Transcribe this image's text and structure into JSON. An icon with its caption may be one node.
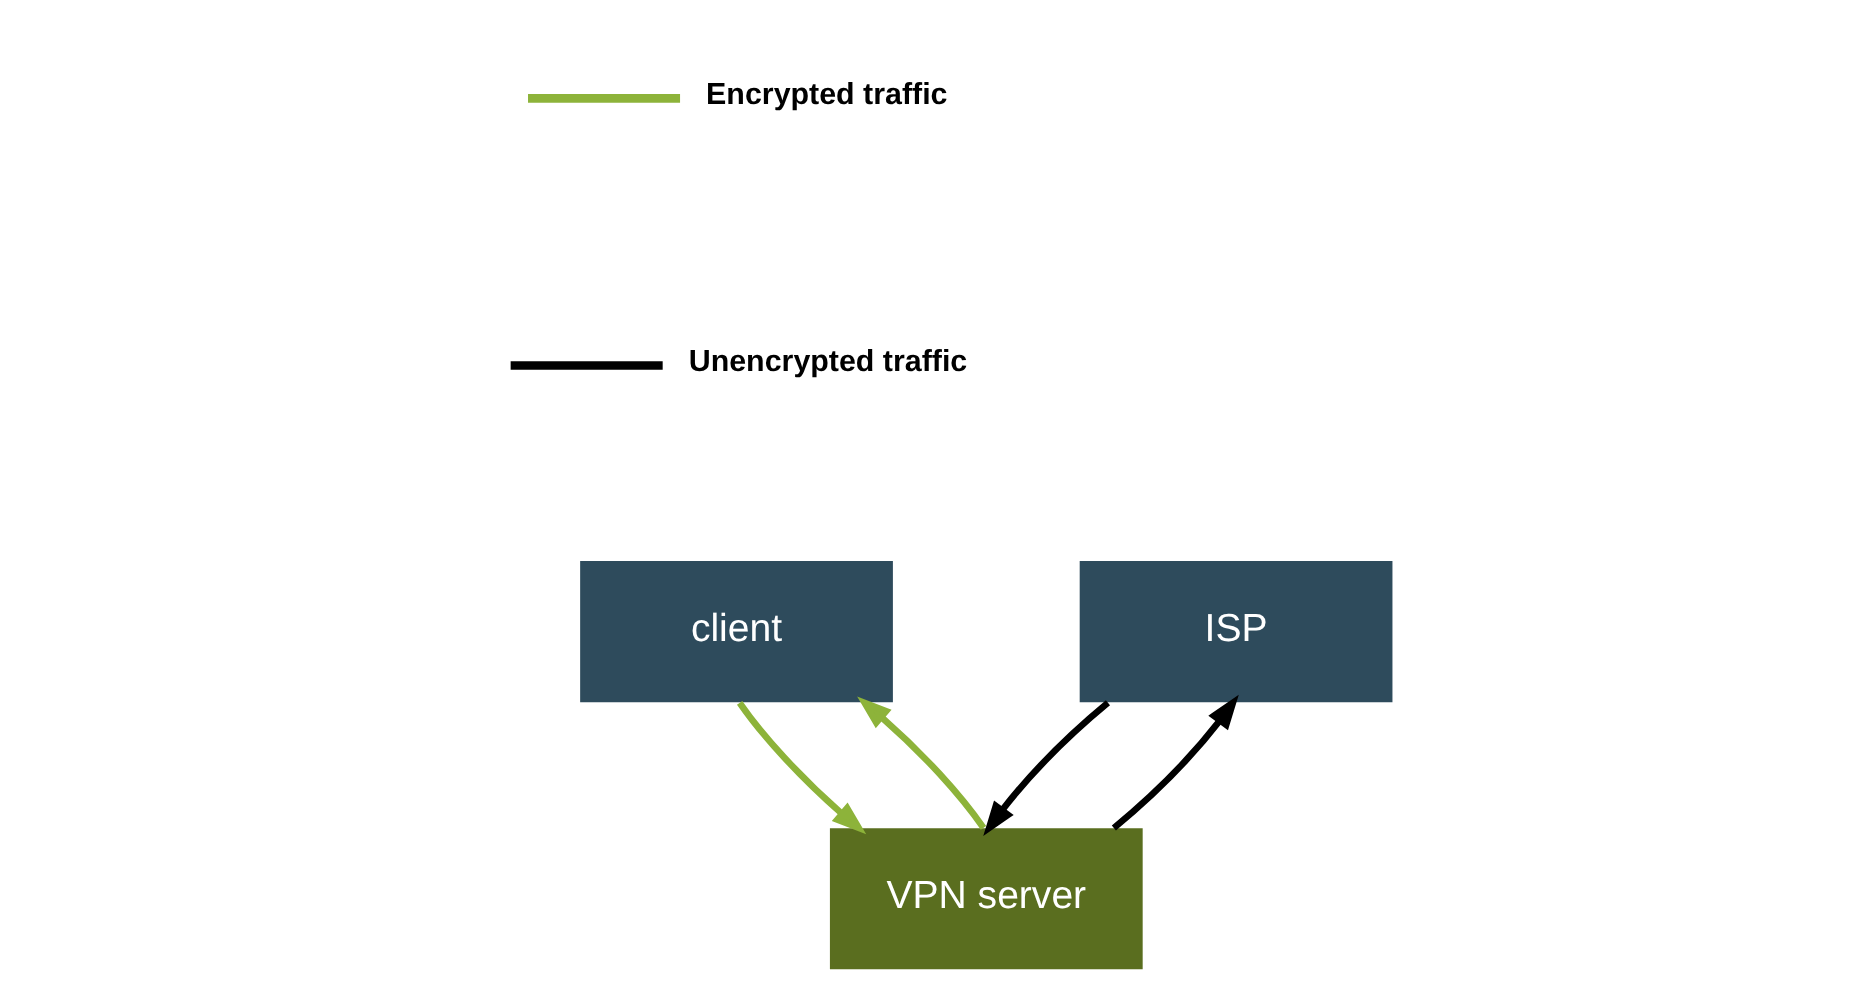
{
  "diagram": {
    "nodes": [
      {
        "text": [
          "client"
        ]
      },
      {
        "text": [
          "ISP"
        ]
      },
      {
        "text": [
          "VPN server"
        ]
      }
    ],
    "edges": [
      {
        "from": 0,
        "to": 2,
        "arrow": "to",
        "color": "#8db33a"
      },
      {
        "from": 2,
        "to": 0,
        "arrow": "to",
        "color": "#8db33a"
      },
      {
        "from": 2,
        "to": 1,
        "arrow": "to",
        "color": "#000000"
      },
      {
        "from": 1,
        "to": 2,
        "arrow": "to",
        "color": "#000000"
      }
    ],
    "legend": [
      {
        "text": "Encrypted traffic",
        "color": "#8db33a"
      },
      {
        "text": "Unencrypted traffic",
        "color": "#000000"
      }
    ]
  }
}
